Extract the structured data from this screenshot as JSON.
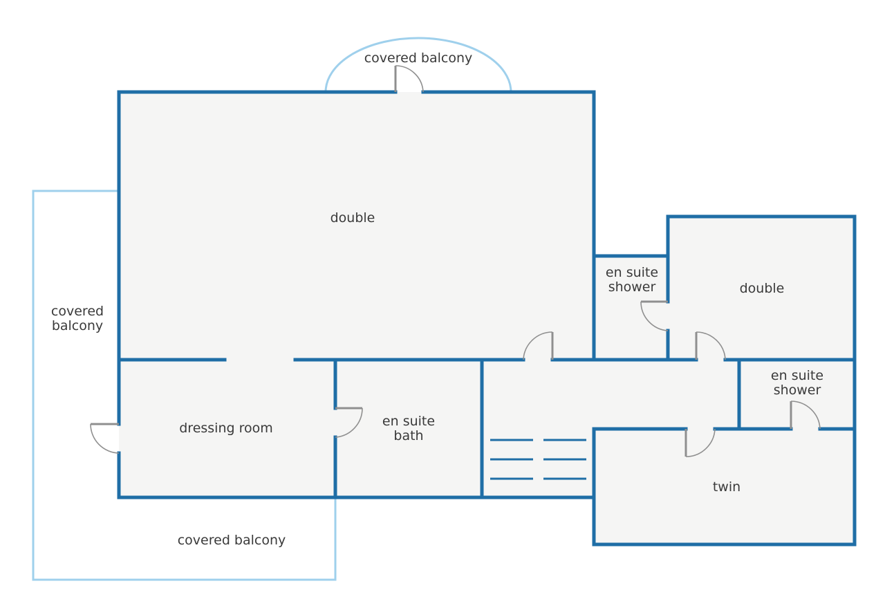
{
  "labels": {
    "balcony_top": "covered balcony",
    "main_double": "double",
    "balcony_left_1": "covered",
    "balcony_left_2": "balcony",
    "dressing_room": "dressing room",
    "bath_1": "en suite",
    "bath_2": "bath",
    "shower_upper_1": "en suite",
    "shower_upper_2": "shower",
    "double_right": "double",
    "shower_lower_1": "en suite",
    "shower_lower_2": "shower",
    "twin": "twin",
    "balcony_bottom": "covered balcony"
  },
  "colors": {
    "wall": "#1f6ea6",
    "balcony_outline": "#9fd0ec",
    "room_fill": "#f5f5f4",
    "door": "#8f8f8f",
    "text": "#3a3a3a"
  }
}
